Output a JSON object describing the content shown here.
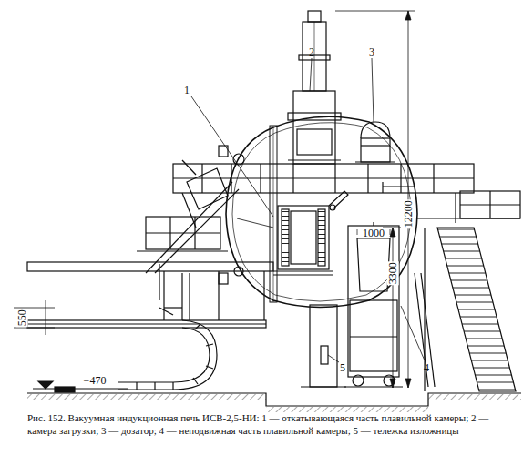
{
  "diagram": {
    "caption": "Рис. 152. Вакуумная индукционная печь ИСВ-2,5-НИ: 1 — откатывающаяся часть плавильной камеры; 2 — камера загрузки; 3 — дозатор; 4 — неподвижная часть плавильной камеры; 5 — тележка изложницы",
    "labels": [
      "1",
      "2",
      "3",
      "4",
      "5",
      "12200",
      "3300",
      "1000",
      "550",
      "−470"
    ]
  }
}
